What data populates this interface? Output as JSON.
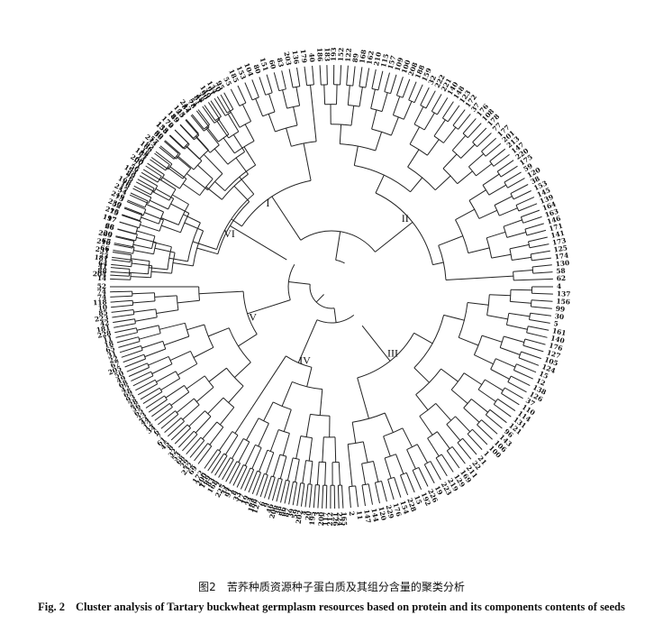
{
  "figure": {
    "caption_cn_no": "图2",
    "caption_cn": "苦荞种质资源种子蛋白质及其组分含量的聚类分析",
    "caption_en_no": "Fig. 2",
    "caption_en": "Cluster analysis of Tartary buckwheat germplasm resources based on protein and its components contents of seeds"
  },
  "dendrogram": {
    "clusters": [
      {
        "label": "I",
        "leaves": [
          "204",
          "41",
          "181",
          "231",
          "210",
          "209",
          "26",
          "197",
          "215",
          "230",
          "219",
          "217",
          "198",
          "89",
          "56",
          "200",
          "184",
          "166",
          "214",
          "36",
          "158",
          "170",
          "189",
          "143",
          "212",
          "51",
          "48",
          "149",
          "134",
          "95",
          "55",
          "185",
          "153",
          "104",
          "80",
          "151",
          "60",
          "83",
          "203",
          "136",
          "179",
          "40"
        ]
      },
      {
        "label": "II",
        "leaves": [
          "186",
          "183",
          "193",
          "152",
          "122",
          "89",
          "168",
          "162",
          "210",
          "115",
          "157",
          "109",
          "100",
          "208",
          "188",
          "159",
          "32",
          "222",
          "221",
          "140",
          "148",
          "123",
          "172",
          "37",
          "176",
          "108",
          "178",
          "77",
          "177",
          "201",
          "213",
          "147",
          "220",
          "175",
          "59",
          "120",
          "38",
          "153",
          "145",
          "139",
          "164",
          "163",
          "146",
          "171",
          "141",
          "173",
          "125",
          "174",
          "130",
          "58",
          "62"
        ]
      },
      {
        "label": "III",
        "leaves": [
          "4",
          "137",
          "156",
          "99",
          "30",
          "5",
          "161",
          "140",
          "176",
          "127",
          "105",
          "124",
          "15",
          "12",
          "138",
          "126",
          "37",
          "110",
          "114",
          "131",
          "121",
          "96",
          "143",
          "106",
          "100",
          "1",
          "21",
          "22",
          "211",
          "169",
          "129",
          "219",
          "223",
          "19",
          "226",
          "192",
          "15",
          "228",
          "154",
          "176",
          "229",
          "120",
          "144",
          "147",
          "11",
          "2"
        ]
      },
      {
        "label": "IV",
        "leaves": [
          "165",
          "224",
          "126",
          "212",
          "117",
          "200",
          "3",
          "195",
          "20",
          "4",
          "202",
          "59",
          "39",
          "87",
          "86",
          "38",
          "206",
          "46",
          "9",
          "6",
          "127",
          "188",
          "24",
          "19",
          "17",
          "33",
          "8",
          "91",
          "34",
          "225",
          "2",
          "168",
          "83",
          "169",
          "200",
          "172"
        ]
      },
      {
        "label": "V",
        "leaves": [
          "69",
          "232",
          "29",
          "68",
          "53",
          "32",
          "8",
          "45",
          "61",
          "7",
          "6",
          "34",
          "12",
          "44",
          "23",
          "65",
          "36",
          "28",
          "93",
          "69",
          "42",
          "68",
          "49",
          "50",
          "205",
          "67",
          "22",
          "31",
          "65",
          "18",
          "11",
          "228",
          "181",
          "42",
          "223",
          "85",
          "10",
          "118",
          "74",
          "74",
          "52"
        ]
      },
      {
        "label": "VI",
        "leaves": [
          "14",
          "88",
          "64",
          "73",
          "66",
          "67",
          "20",
          "68",
          "17",
          "79",
          "52",
          "75",
          "54",
          "16",
          "76",
          "194",
          "71",
          "24",
          "18",
          "92",
          "57",
          "80",
          "133",
          "72",
          "49",
          "25",
          "84",
          "78",
          "81",
          "90",
          "91",
          "70"
        ]
      }
    ]
  }
}
